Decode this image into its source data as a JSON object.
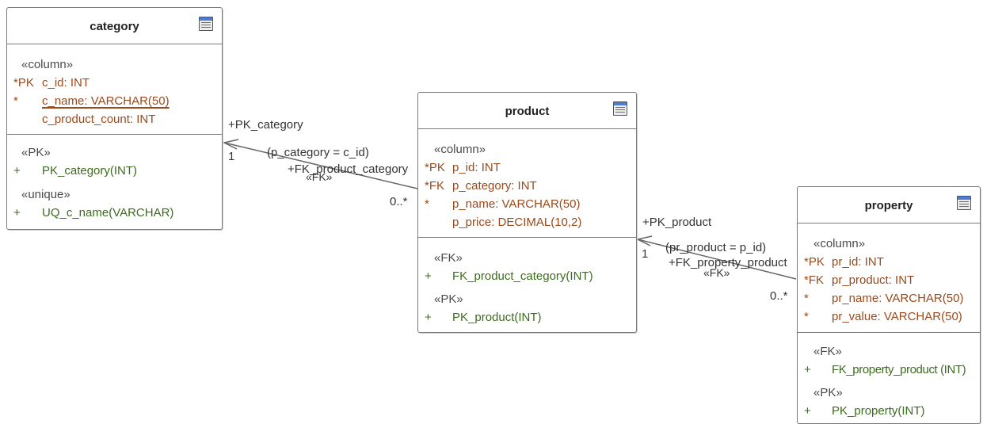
{
  "tables": {
    "category": {
      "name": "category",
      "col_stereotype": "«column»",
      "columns": [
        {
          "marker": "*PK",
          "text": "c_id: INT"
        },
        {
          "marker": "*",
          "text": "c_name: VARCHAR(50)"
        },
        {
          "marker": "",
          "text": "c_product_count: INT"
        }
      ],
      "operations": [
        {
          "stereotype": "«PK»",
          "marker": "+",
          "text": "PK_category(INT)"
        },
        {
          "stereotype": "«unique»",
          "marker": "+",
          "text": "UQ_c_name(VARCHAR)"
        }
      ]
    },
    "product": {
      "name": "product",
      "col_stereotype": "«column»",
      "columns": [
        {
          "marker": "*PK",
          "text": "p_id: INT"
        },
        {
          "marker": "*FK",
          "text": "p_category: INT"
        },
        {
          "marker": "*",
          "text": "p_name: VARCHAR(50)"
        },
        {
          "marker": "",
          "text": "p_price: DECIMAL(10,2)"
        }
      ],
      "operations": [
        {
          "stereotype": "«FK»",
          "marker": "+",
          "text": "FK_product_category(INT)"
        },
        {
          "stereotype": "«PK»",
          "marker": "+",
          "text": "PK_product(INT)"
        }
      ]
    },
    "property": {
      "name": "property",
      "col_stereotype": "«column»",
      "columns": [
        {
          "marker": "*PK",
          "text": "pr_id: INT"
        },
        {
          "marker": "*FK",
          "text": "pr_product: INT"
        },
        {
          "marker": "*",
          "text": "pr_name: VARCHAR(50)"
        },
        {
          "marker": "*",
          "text": "pr_value: VARCHAR(50)"
        }
      ],
      "operations": [
        {
          "stereotype": "«FK»",
          "marker": "+",
          "text": "FK_property_product (INT)"
        },
        {
          "stereotype": "«PK»",
          "marker": "+",
          "text": "PK_property(INT)"
        }
      ]
    }
  },
  "relations": {
    "product_category": {
      "target_role": "+PK_category",
      "target_mult": "1",
      "condition": "(p_category = c_id)",
      "source_role": "+FK_product_category",
      "stereotype": "«FK»",
      "source_mult": "0..*"
    },
    "property_product": {
      "target_role": "+PK_product",
      "target_mult": "1",
      "condition": "(pr_product = p_id)",
      "source_role": "+FK_property_product",
      "stereotype": "«FK»",
      "source_mult": "0..*"
    }
  },
  "colors": {
    "column_text": "#9a4a1c",
    "operation_text": "#3d6b1f",
    "header_icon_blue": "#4b7bd3",
    "border": "#7a7a7a"
  }
}
